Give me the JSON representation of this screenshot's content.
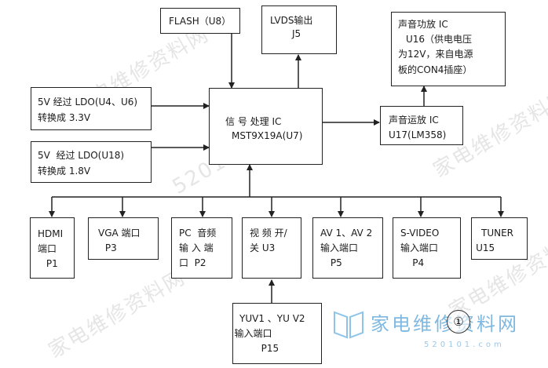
{
  "blocks": {
    "flash": [
      "FLASH（U8）"
    ],
    "lvds": [
      "LVDS输出",
      "J5"
    ],
    "audio_amp": [
      "声音功放 IC",
      "U16（供电电压",
      "为12V，来自电源",
      "板的CON4插座）"
    ],
    "ldo_33": [
      "5V 经过 LDO(U4、U6)",
      "转换成 3.3V"
    ],
    "ldo_18": [
      "5V  经过 LDO(U18)",
      "转换成 1.8V"
    ],
    "signal_ic": [
      "信 号 处理 IC",
      "MST9X19A(U7)"
    ],
    "op_amp": [
      "声音运放 IC",
      "U17(LM358)"
    ],
    "hdmi": [
      "HDMI",
      "端口",
      "      P1"
    ],
    "vga": [
      "VGA 端口",
      "      P3"
    ],
    "pc_audio": [
      "PC  音频",
      "输 入 端",
      "口  P2"
    ],
    "video_switch": [
      "视 频 开/",
      "关 U3"
    ],
    "av": [
      "AV 1、AV 2",
      "输入端口",
      "      P5"
    ],
    "svideo": [
      "S-VIDEO",
      "输入端口",
      "    P4"
    ],
    "tuner": [
      "TUNER",
      "     U15"
    ],
    "yuv": [
      "YUV1 、YU V2",
      "   输入端口",
      "  P15"
    ]
  },
  "watermark": {
    "logo": "家电维修资料网",
    "url": "520101.com",
    "circle_number": "①"
  },
  "colors": {
    "line": "#222222",
    "logo": "#7fb8e0",
    "watermark": "#a0a0a0"
  }
}
